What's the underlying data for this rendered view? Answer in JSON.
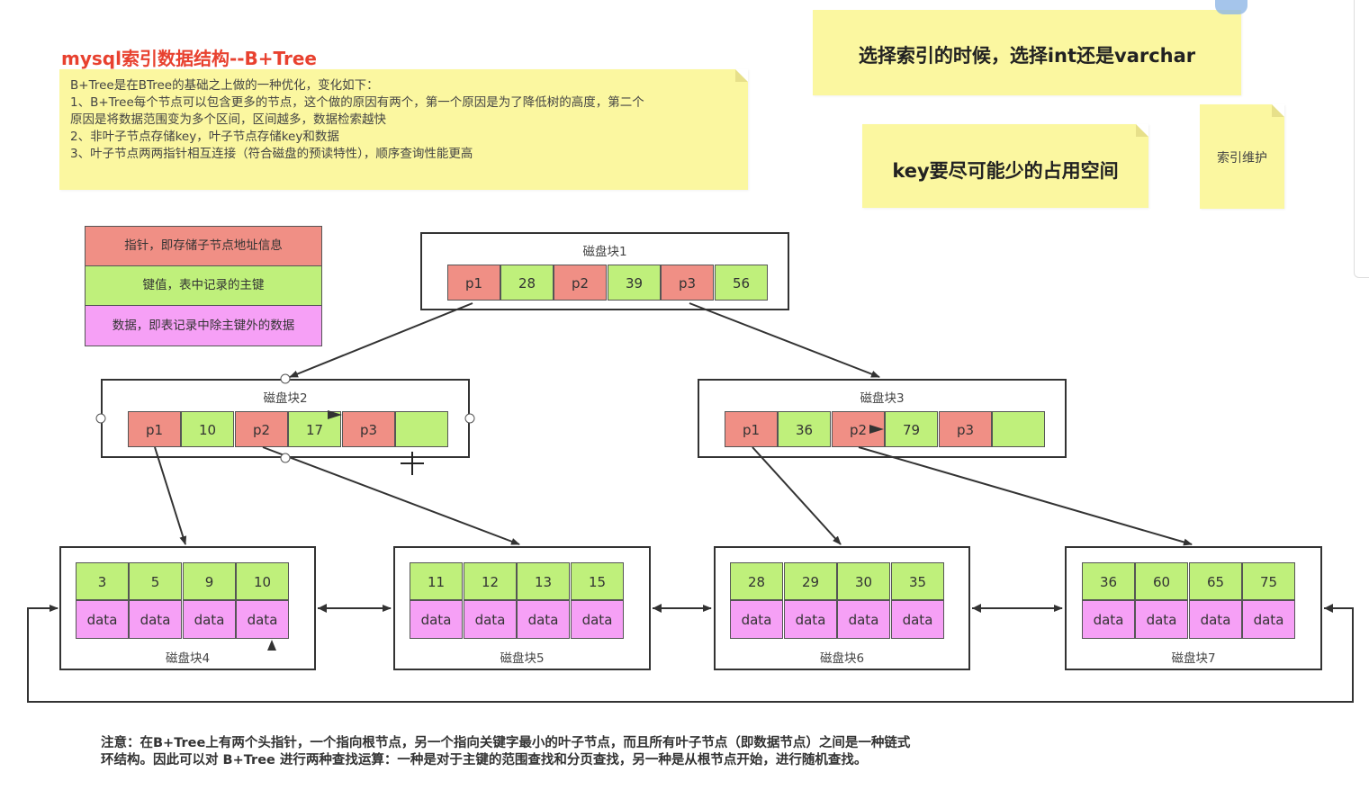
{
  "title": "mysql索引数据结构--B+Tree",
  "description": "B+Tree是在BTree的基础之上做的一种优化，变化如下：\n1、B+Tree每个节点可以包含更多的节点，这个做的原因有两个，第一个原因是为了降低树的高度，第二个\n原因是将数据范围变为多个区间，区间越多，数据检索越快\n2、非叶子节点存储key，叶子节点存储key和数据\n3、叶子节点两两指针相互连接（符合磁盘的预读特性），顺序查询性能更高",
  "notes": {
    "int_vs_varchar": "选择索引的时候，选择int还是varchar",
    "key_space": "key要尽可能少的占用空间",
    "maintenance": "索引维护"
  },
  "legend": {
    "pointer": "指针，即存储子节点地址信息",
    "key": "键值，表中记录的主键",
    "data": "数据，即表记录中除主键外的数据"
  },
  "colors": {
    "pointer": "#f08f85",
    "key": "#bff07b",
    "data": "#f6a0f6",
    "title": "#e8412f",
    "note": "#fbf7a0"
  },
  "root": {
    "label": "磁盘块1",
    "cells": [
      "p1",
      "28",
      "p2",
      "39",
      "p3",
      "56"
    ]
  },
  "internal": [
    {
      "label": "磁盘块2",
      "cells": [
        "p1",
        "10",
        "p2",
        "17",
        "p3",
        ""
      ]
    },
    {
      "label": "磁盘块3",
      "cells": [
        "p1",
        "36",
        "p2",
        "79",
        "p3",
        ""
      ]
    }
  ],
  "leaves": [
    {
      "label": "磁盘块4",
      "keys": [
        "3",
        "5",
        "9",
        "10"
      ],
      "data": [
        "data",
        "data",
        "data",
        "data"
      ]
    },
    {
      "label": "磁盘块5",
      "keys": [
        "11",
        "12",
        "13",
        "15"
      ],
      "data": [
        "data",
        "data",
        "data",
        "data"
      ]
    },
    {
      "label": "磁盘块6",
      "keys": [
        "28",
        "29",
        "30",
        "35"
      ],
      "data": [
        "data",
        "data",
        "data",
        "data"
      ]
    },
    {
      "label": "磁盘块7",
      "keys": [
        "36",
        "60",
        "65",
        "75"
      ],
      "data": [
        "data",
        "data",
        "data",
        "data"
      ]
    }
  ],
  "footer": "注意：在B+Tree上有两个头指针，一个指向根节点，另一个指向关键字最小的叶子节点，而且所有叶子节点（即数据节点）之间是一种链式\n环结构。因此可以对 B+Tree 进行两种查找运算：一种是对于主键的范围查找和分页查找，另一种是从根节点开始，进行随机查找。"
}
